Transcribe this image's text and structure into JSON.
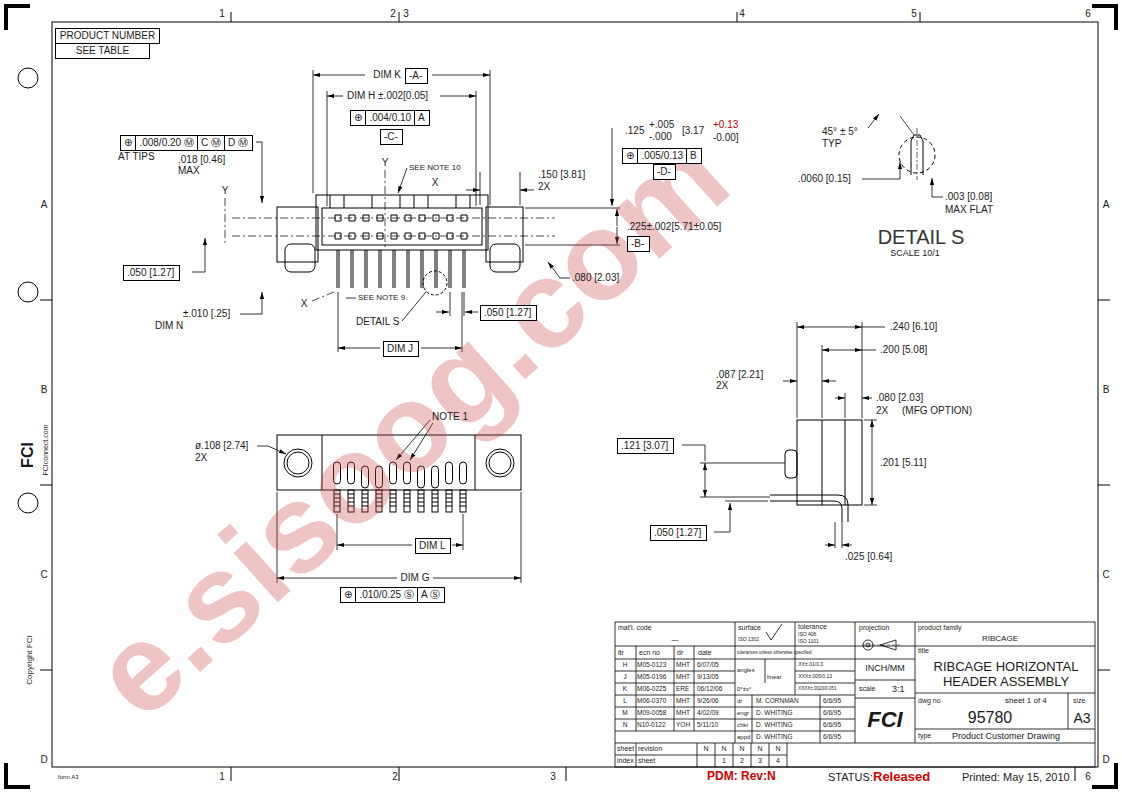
{
  "diagram": {
    "nodes": [
      {
        "text": [
          "PRODUCT NUMBER"
        ]
      },
      {
        "text": [
          "SEE TABLE"
        ]
      },
      {
        "text": [
          "-A-"
        ]
      },
      {
        "text": [
          "⊕",
          ".004/0.10",
          "A"
        ]
      },
      {
        "text": [
          "-C-"
        ]
      },
      {
        "text": [
          "⊕",
          ".008/0.20 Ⓜ",
          "C Ⓜ",
          "D Ⓜ"
        ]
      },
      {
        "text": [
          "⊕",
          ".005/0.13",
          "B"
        ]
      },
      {
        "text": [
          "-D-"
        ]
      },
      {
        "text": [
          "-B-"
        ]
      },
      {
        "text": [
          ".050 [1.27]"
        ]
      },
      {
        "text": [
          ".050 [1.27]"
        ]
      },
      {
        "text": [
          "DIM J"
        ]
      },
      {
        "text": [
          "DIM L"
        ]
      },
      {
        "text": [
          "⊕",
          ".010/0.25 Ⓢ",
          "A Ⓢ"
        ]
      },
      {
        "text": [
          ".121 [3.07]"
        ]
      },
      {
        "text": [
          ".050 [1.27]"
        ]
      }
    ],
    "labels": [
      "1",
      "2",
      "3",
      "4",
      "5",
      "6",
      "A",
      "B",
      "C",
      "D",
      "A",
      "B",
      "C",
      "D",
      "1",
      "2",
      "3",
      "6",
      "FCI",
      "FCIconnect.com",
      "Copyright FCI",
      "form A3",
      "DIM K",
      "DIM H ±.002[0.05]",
      "AT TIPS",
      ".018 [0.46]",
      "MAX",
      "Y",
      "Y",
      "SEE NOTE 10",
      "X",
      ".150 [3.81]",
      "2X",
      ".125",
      "+.005",
      "-.000",
      "[3.17",
      "+0.13",
      "-0.00]",
      "45° ± 5°",
      "TYP",
      ".0060 [0.15]",
      ".003 [0.08]",
      "MAX FLAT",
      "DETAIL S",
      "SCALE 10/1",
      ".225±.002[5.71±0.05]",
      ".080 [2.03]",
      "±.010 [.25]",
      "DIM N",
      "X",
      "SEE NOTE 9",
      "DETAIL S",
      "ø.108 [2.74]",
      "2X",
      "NOTE 1",
      "DIM G",
      ".240 [6.10]",
      ".200 [5.08]",
      ".087 [2.21]",
      "2X",
      ".080 [2.03]",
      "2X",
      "(MFG OPTION)",
      ".201 [5.11]",
      ".025 [0.64]",
      "mat'l. code",
      "—",
      "surface",
      "ISO 1302",
      "tolerance",
      "ISO 406",
      "ISO 1101",
      "projection",
      "product family",
      "RIBCAGE",
      "ltr",
      "ecn no",
      "dr",
      "date",
      "tolerances unless otherwise specified",
      "H",
      "M05-0123",
      "MHT",
      "6/07/05",
      "J",
      "M05-0196",
      "MHT",
      "9/13/05",
      "K",
      "M06-0225",
      "ERE",
      "06/12/06",
      "L",
      "M06-0370",
      "MHT",
      "9/26/06",
      "M",
      "M09-0058",
      "MHT",
      "4/02/09",
      "N",
      "N10-0122",
      "YOH",
      "5/11/10",
      "angles",
      "0°±x°",
      "linear",
      ".XX±.01/0.3",
      ".XXX±.005/0.13",
      ".XXXX±.0020/0.051",
      "dr",
      "M. CORNMAN",
      "6/6/95",
      "engr",
      "D. WHITING",
      "6/6/95",
      "chkr",
      "D. WHITING",
      "6/6/95",
      "appd",
      "D. WHITING",
      "6/6/95",
      "INCH/MM",
      "scale",
      "3:1",
      "FCI",
      "title",
      "RIBCAGE HORIZONTAL",
      "HEADER ASSEMBLY",
      "dwg no",
      "sheet 1 of 4",
      "size",
      "95780",
      "A3",
      "type",
      "Product Customer Drawing",
      "sheet",
      "revision",
      "N",
      "N",
      "N",
      "N",
      "N",
      "index",
      "sheet",
      "1",
      "2",
      "3",
      "4",
      "PDM: Rev:N",
      "STATUS:",
      "Released",
      "Printed: May 15, 2010",
      "e.sisoog.com"
    ]
  }
}
